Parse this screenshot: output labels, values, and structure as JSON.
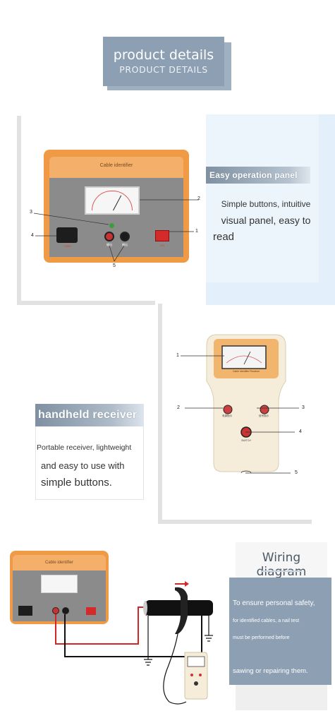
{
  "header": {
    "title": "product details",
    "subtitle": "PRODUCT DETAILS"
  },
  "panel_section": {
    "device_label": "Cable identifier",
    "socket_label": "~220V",
    "knob_red_label": "输出",
    "knob_black_label": "输出",
    "switch_label": "ON",
    "callouts": [
      "1",
      "2",
      "3",
      "4",
      "5"
    ],
    "info_title": "Easy operation panel",
    "info_lines": [
      "Simple buttons, intuitive",
      "visual panel, easy to",
      "read"
    ]
  },
  "receiver_section": {
    "device_label": "Cable Identifier Receiver",
    "btn_left_label": "电源指示",
    "btn_right_label": "信号指示",
    "btn_center_label": "SWITCH",
    "callouts": [
      "1",
      "2",
      "3",
      "4",
      "5"
    ],
    "info_title": "handheld receiver",
    "info_lines": [
      "Portable receiver, lightweight",
      "and easy to use with",
      "simple buttons."
    ]
  },
  "wiring_section": {
    "device_label": "Cable identifier",
    "title": "Wiring diagram",
    "info_lines": [
      "To ensure personal safety,",
      "for identified cables, a nail test",
      "must be performed before",
      "sawing or repairing them."
    ]
  },
  "colors": {
    "accent_blue_grey": "#8d9fb2",
    "panel_orange": "#f19a45",
    "panel_grey": "#8b8b8b",
    "info_light_blue": "#e3f0fb",
    "wire_red": "#d42626",
    "frame_grey": "#e2e2e2"
  }
}
